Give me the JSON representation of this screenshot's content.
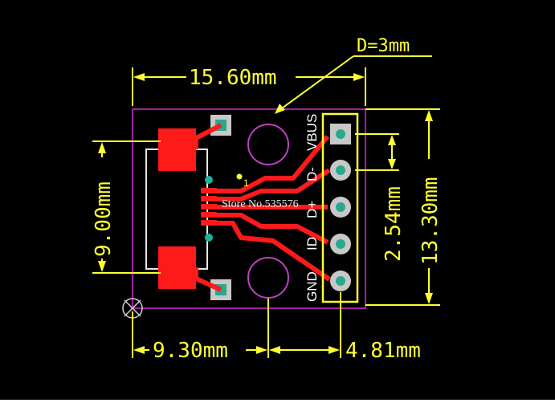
{
  "dimensions": {
    "top_width": "15.60mm",
    "left_height": "9.00mm",
    "pitch": "2.54mm",
    "right_height": "13.30mm",
    "bottom_left": "9.30mm",
    "bottom_right": "4.81mm",
    "hole_diameter": "D=3mm"
  },
  "pins": {
    "vbus": "VBUS",
    "dminus": "D-",
    "dplus": "D+",
    "id": "ID",
    "gnd": "GND"
  },
  "pin1_marker": "1",
  "watermark": "Store No.535576",
  "colors": {
    "background": "#000000",
    "dimension": "#ffff33",
    "copper": "#ff1a1a",
    "pad_fill": "#c8c8c8",
    "via": "#1ab39a",
    "board_outline": "#a020a0",
    "hole_outline": "#c040c0"
  }
}
